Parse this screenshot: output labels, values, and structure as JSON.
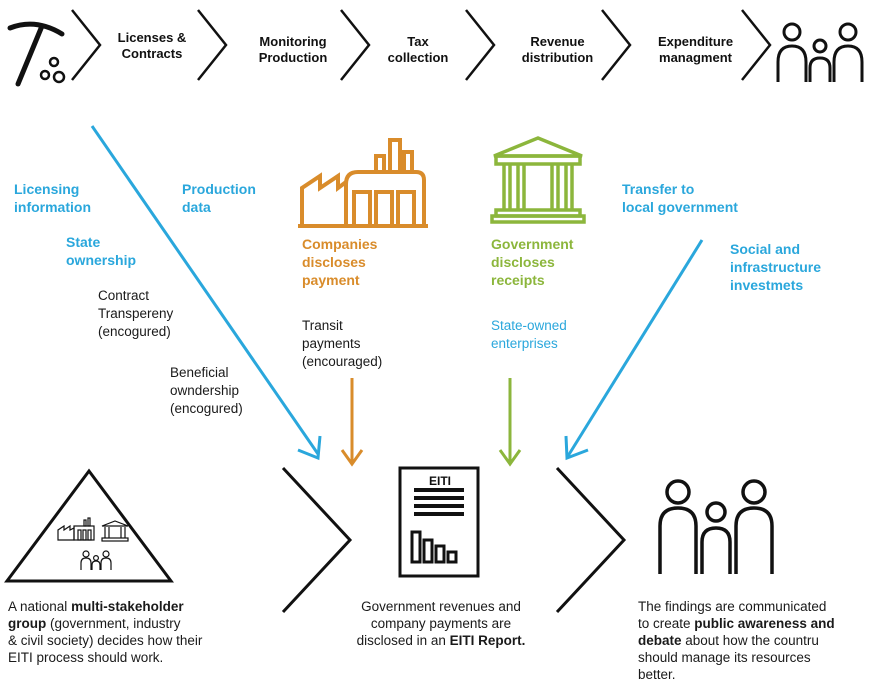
{
  "chain": {
    "steps": [
      "Licenses &\nContracts",
      "Monitoring\nProduction",
      "Tax\ncollection",
      "Revenue\ndistribution",
      "Expenditure\nmanagment"
    ]
  },
  "labels": {
    "licensing_info": "Licensing\ninformation",
    "state_ownership": "State\nownership",
    "contract_transparency": "Contract\nTranspereny\n(encogured)",
    "beneficial_ownership": "Beneficial\nowndership\n(encogured)",
    "production_data": "Production\ndata",
    "companies_disclose": "Companies\ndiscloses\npayment",
    "transit_payments": "Transit\npayments\n(encouraged)",
    "government_disclose": "Government\ndiscloses\nreceipts",
    "state_owned": "State-owned\nenterprises",
    "transfer_local": "Transfer to\nlocal government",
    "social_infra": "Social and\ninfrastructure\ninvestmets"
  },
  "report": {
    "badge": "EITI"
  },
  "bottom": {
    "left": {
      "p1": "A national ",
      "b1": "multi-stakeholder\ngroup",
      "p2": " (government, industry\n& civil society) decides how their\nEITI process should work."
    },
    "center": {
      "p1": "Government revenues and\ncompany payments are\ndisclosed in an ",
      "b1": "EITI Report."
    },
    "right": {
      "p1": "The findings are communicated\nto create ",
      "b1": "public awareness and\ndebate",
      "p2": " about how the countru\nshould manage its resources\nbetter."
    }
  },
  "colors": {
    "blue": "#2aa7dc",
    "orange": "#d98c2b",
    "green": "#8cb63c",
    "black": "#111111"
  }
}
